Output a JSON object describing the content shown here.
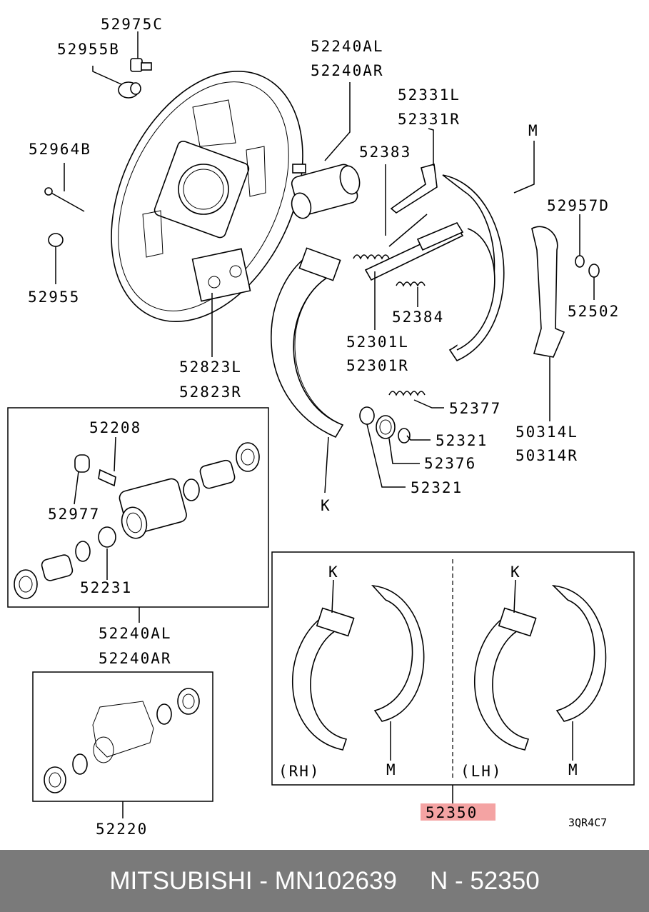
{
  "labels": {
    "l52975C": "52975C",
    "l52955B": "52955B",
    "l52240AL_top": "52240AL",
    "l52240AR_top": "52240AR",
    "l52331L": "52331L",
    "l52331R": "52331R",
    "l52964B": "52964B",
    "l52383": "52383",
    "lM_top": "M",
    "l52957D": "52957D",
    "l52955": "52955",
    "l52502": "52502",
    "l52384": "52384",
    "l52301L": "52301L",
    "l52301R": "52301R",
    "l52823L": "52823L",
    "l52823R": "52823R",
    "l52377": "52377",
    "l50314L": "50314L",
    "l50314R": "50314R",
    "l52208": "52208",
    "l52321a": "52321",
    "l52376": "52376",
    "l52321b": "52321",
    "lK_mid": "K",
    "l52977": "52977",
    "l52231": "52231",
    "l52240AL_bot": "52240AL",
    "l52240AR_bot": "52240AR",
    "l52220": "52220",
    "lK_rh": "K",
    "lK_lh": "K",
    "lRH": "(RH)",
    "lM_rh": "M",
    "lLH": "(LH)",
    "lM_lh": "M",
    "l52350": "52350",
    "code": "3QR4C7"
  },
  "highlight_color": "#f4a3a3",
  "footer": {
    "brand_part": "MITSUBISHI - MN102639",
    "ref": "N - 52350"
  }
}
